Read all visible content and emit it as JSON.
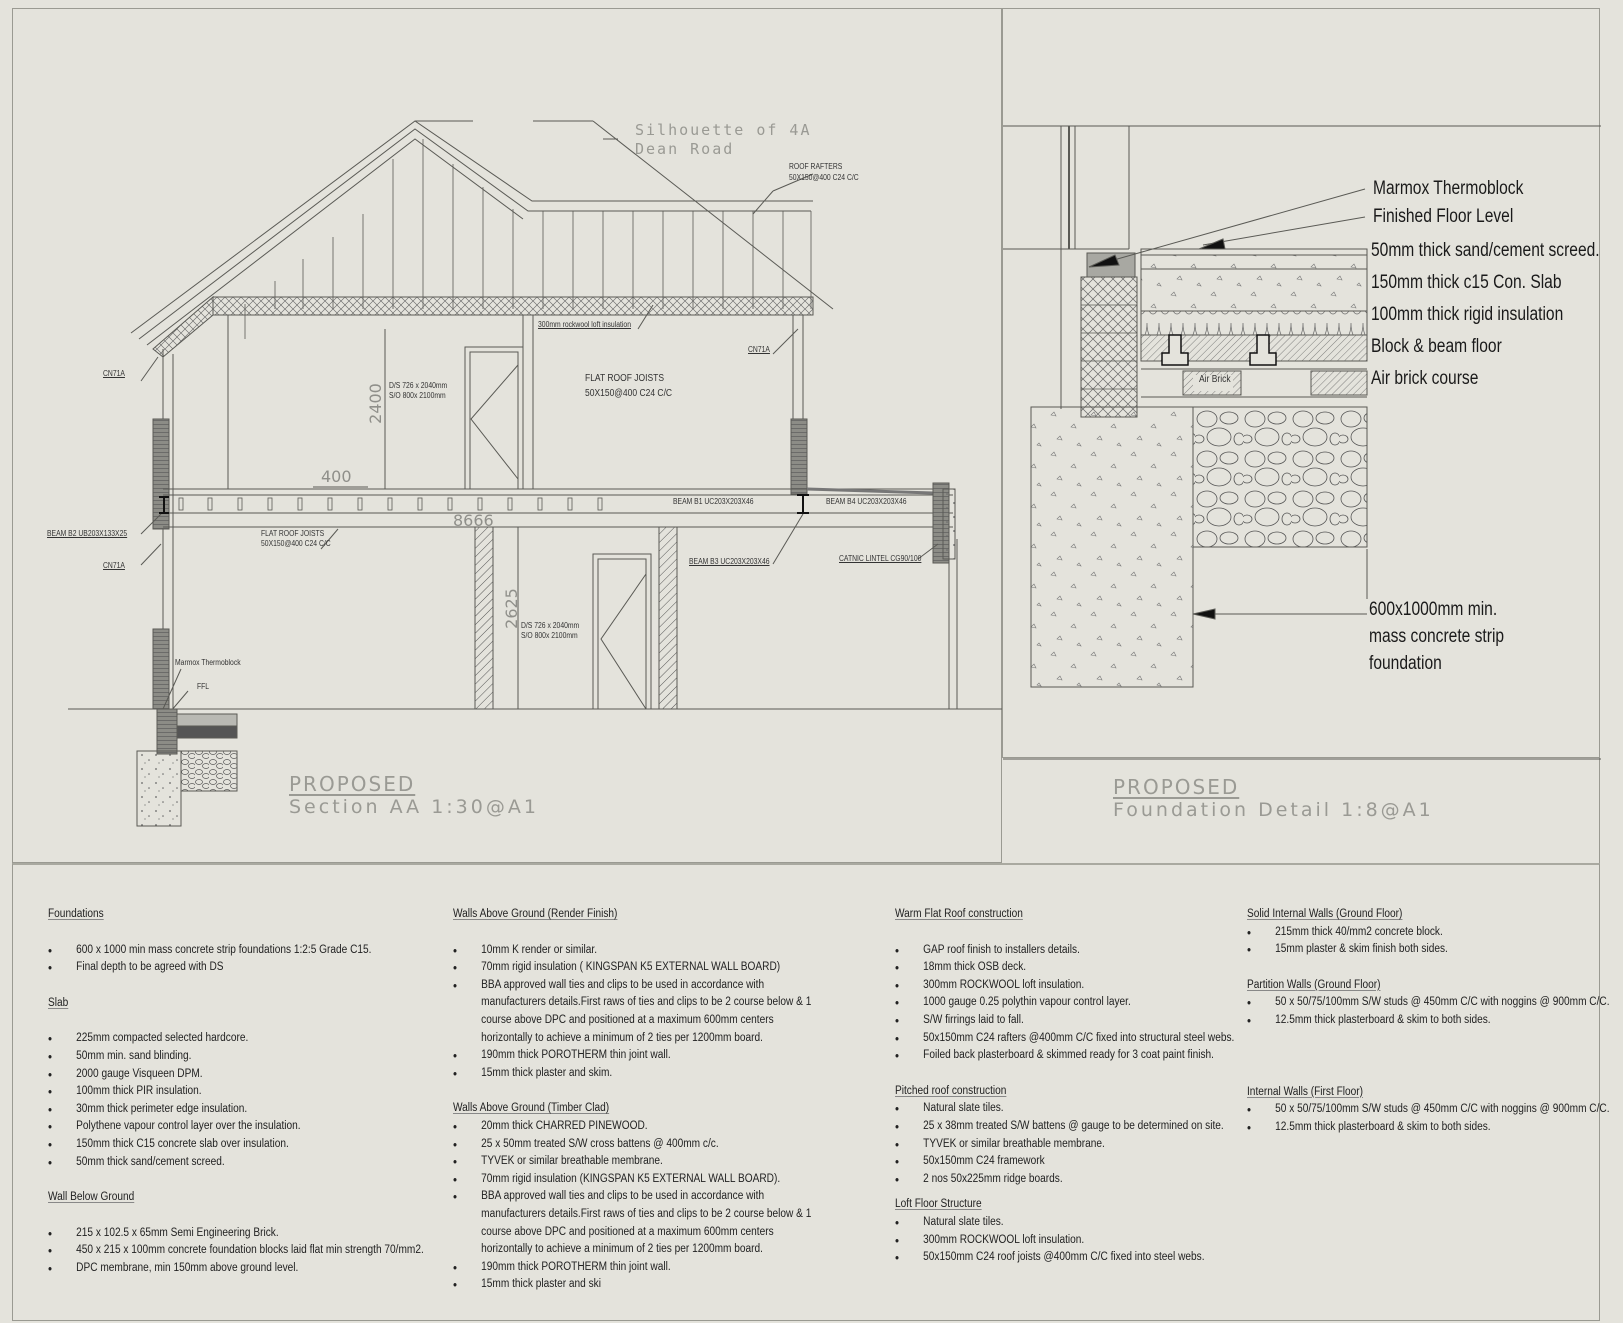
{
  "section_drawing": {
    "title_line1": "PROPOSED",
    "title_line2": "Section AA 1:30@A1",
    "silhouette_label_line1": "Silhouette of 4A",
    "silhouette_label_line2": "Dean Road",
    "roof_rafters_line1": "ROOF RAFTERS",
    "roof_rafters_line2": "50X150@400 C24 C/C",
    "loft_insulation": "300mm rockwool loft insulation",
    "cn71a_upper_left": "CN71A",
    "cn71a_upper_right": "CN71A",
    "cn71a_lower_left": "CN71A",
    "flat_roof_joists_upper_line1": "FLAT ROOF JOISTS",
    "flat_roof_joists_upper_line2": "50X150@400 C24 C/C",
    "door_upper_line1": "D/S 726 x 2040mm",
    "door_upper_line2": "S/O 800x 2100mm",
    "dim_2400": "2400",
    "dim_400": "400",
    "dim_8666": "8666",
    "dim_2625": "2625",
    "beam_b2": "BEAM B2 UB203X133X25",
    "flat_roof_joists_lower_line1": "FLAT ROOF JOISTS",
    "flat_roof_joists_lower_line2": "50X150@400 C24 C/C",
    "beam_b1": "BEAM B1 UC203X203X46",
    "beam_b4": "BEAM B4 UC203X203X46",
    "beam_b3": "BEAM B3 UC203X203X46",
    "catnic_lintel": "CATNIC LINTEL CG90/100",
    "door_lower_line1": "D/S 726 x 2040mm",
    "door_lower_line2": "S/O 800x 2100mm",
    "marmox": "Marmox Thermoblock",
    "ffl": "FFL"
  },
  "foundation_detail": {
    "title_line1": "PROPOSED",
    "title_line2": "Foundation Detail 1:8@A1",
    "labels": [
      "Marmox Thermoblock",
      "Finished Floor Level",
      "50mm thick sand/cement screed.",
      "150mm thick c15 Con. Slab",
      "100mm thick rigid insulation",
      "Block & beam floor",
      "Air brick course"
    ],
    "air_brick_tag": "Air Brick",
    "strip_foundation_line1": "600x1000mm min.",
    "strip_foundation_line2": "mass concrete strip",
    "strip_foundation_line3": "foundation"
  },
  "notes": {
    "col1": [
      {
        "heading": "Foundations",
        "items": [
          "600 x 1000 min mass concrete strip foundations 1:2:5 Grade C15.",
          "Final depth to be agreed with DS"
        ]
      },
      {
        "heading": "Slab",
        "items": [
          "225mm compacted selected hardcore.",
          "50mm min. sand blinding.",
          "2000 gauge Visqueen DPM.",
          "100mm thick PIR insulation.",
          "30mm thick perimeter edge insulation.",
          "Polythene vapour control layer over the insulation.",
          "150mm thick C15 concrete slab over insulation.",
          "50mm thick sand/cement screed."
        ]
      },
      {
        "heading": "Wall Below Ground",
        "items": [
          "215 x 102.5 x 65mm Semi Engineering Brick.",
          "450 x 215 x 100mm concrete foundation blocks laid flat min strength 70/mm2.",
          "DPC membrane, min 150mm above ground level."
        ]
      }
    ],
    "col2": [
      {
        "heading": "Walls Above Ground (Render Finish)",
        "items": [
          "10mm K render or similar.",
          "70mm rigid insulation ( KINGSPAN K5 EXTERNAL WALL BOARD)",
          "BBA approved wall ties and clips to be used in accordance with manufacturers details.First raws of ties and clips to be 2 course below & 1 course above DPC and positioned at a maximum 600mm centers horizontally to achieve a minimum of 2 ties per 1200mm board.",
          "190mm thick POROTHERM thin joint wall.",
          "15mm thick plaster and skim."
        ]
      },
      {
        "heading": "Walls Above Ground (Timber Clad)",
        "items": [
          "20mm thick CHARRED PINEWOOD.",
          "25 x 50mm treated S/W cross battens @ 400mm c/c.",
          "TYVEK or similar breathable membrane.",
          "70mm rigid insulation (KINGSPAN K5 EXTERNAL WALL BOARD).",
          "BBA approved wall ties and clips to be used in accordance with manufacturers details.First raws of ties and clips to be 2 course below & 1 course above DPC and positioned at a maximum 600mm centers horizontally to achieve a minimum of 2 ties per 1200mm board.",
          "190mm thick POROTHERM thin joint wall.",
          "15mm thick plaster and ski"
        ]
      }
    ],
    "col3": [
      {
        "heading": "Warm Flat Roof construction",
        "items": [
          "GAP roof finish to installers details.",
          "18mm thick OSB deck.",
          "300mm ROCKWOOL loft insulation.",
          "1000 gauge 0.25 polythin vapour control layer.",
          "S/W firrings laid to fall.",
          "50x150mm C24 rafters @400mm C/C fixed into structural steel webs.",
          "Foiled back plasterboard & skimmed ready for 3 coat paint finish."
        ]
      },
      {
        "heading": "Pitched roof construction",
        "items": [
          "Natural slate tiles.",
          "25 x 38mm treated S/W battens @ gauge to be determined on site.",
          "TYVEK or similar breathable membrane.",
          "50x150mm C24 framework",
          "2 nos 50x225mm ridge boards."
        ]
      },
      {
        "heading": "Loft Floor Structure",
        "items": [
          "Natural slate tiles.",
          "300mm ROCKWOOL loft insulation.",
          "50x150mm C24 roof joists @400mm C/C fixed into steel webs."
        ]
      }
    ],
    "col4": [
      {
        "heading": "Solid Internal Walls (Ground Floor)",
        "items": [
          "215mm thick 40/mm2 concrete block.",
          "15mm plaster & skim finish both sides."
        ]
      },
      {
        "heading": "Partition Walls (Ground Floor)",
        "items": [
          "50 x 50/75/100mm S/W studs @ 450mm C/C with noggins @ 900mm C/C.",
          "12.5mm thick plasterboard & skim to both sides."
        ]
      },
      {
        "heading": "Internal Walls (First Floor)",
        "items": [
          "50 x 50/75/100mm S/W studs @ 450mm C/C with noggins @ 900mm C/C.",
          "12.5mm thick plasterboard & skim to both sides."
        ]
      }
    ]
  },
  "colors": {
    "paper": "#e4e3dc",
    "line": "#5a5a55",
    "faint_title": "#9a9a94",
    "hatch_fill": "#8c8c86"
  }
}
